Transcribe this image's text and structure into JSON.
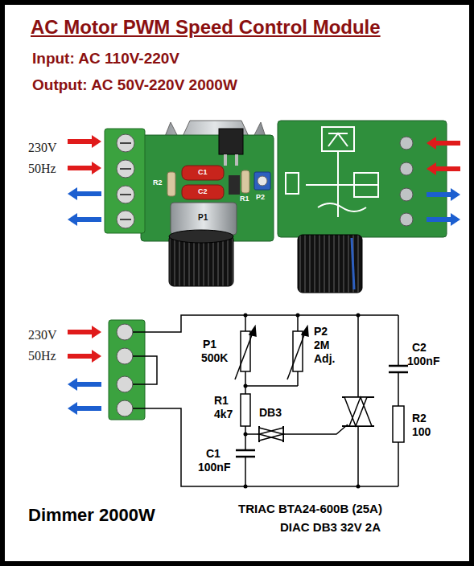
{
  "diagram": {
    "title": "AC Motor PWM Speed Control Module",
    "labels": [
      "Input: AC 110V-220V",
      "Output: AC 50V-220V 2000W",
      "230V",
      "50Hz",
      "C1",
      "R2",
      "C2",
      "R1",
      "P2",
      "P1",
      "230V",
      "50Hz",
      "P1",
      "500K",
      "P2",
      "2M",
      "Adj.",
      "R1",
      "4k7",
      "DB3",
      "C1",
      "100nF",
      "C2",
      "100nF",
      "R2",
      "100",
      "Dimmer 2000W",
      "TRIAC BTA24-600B (25A)",
      "DIAC DB3 32V 2A"
    ]
  }
}
